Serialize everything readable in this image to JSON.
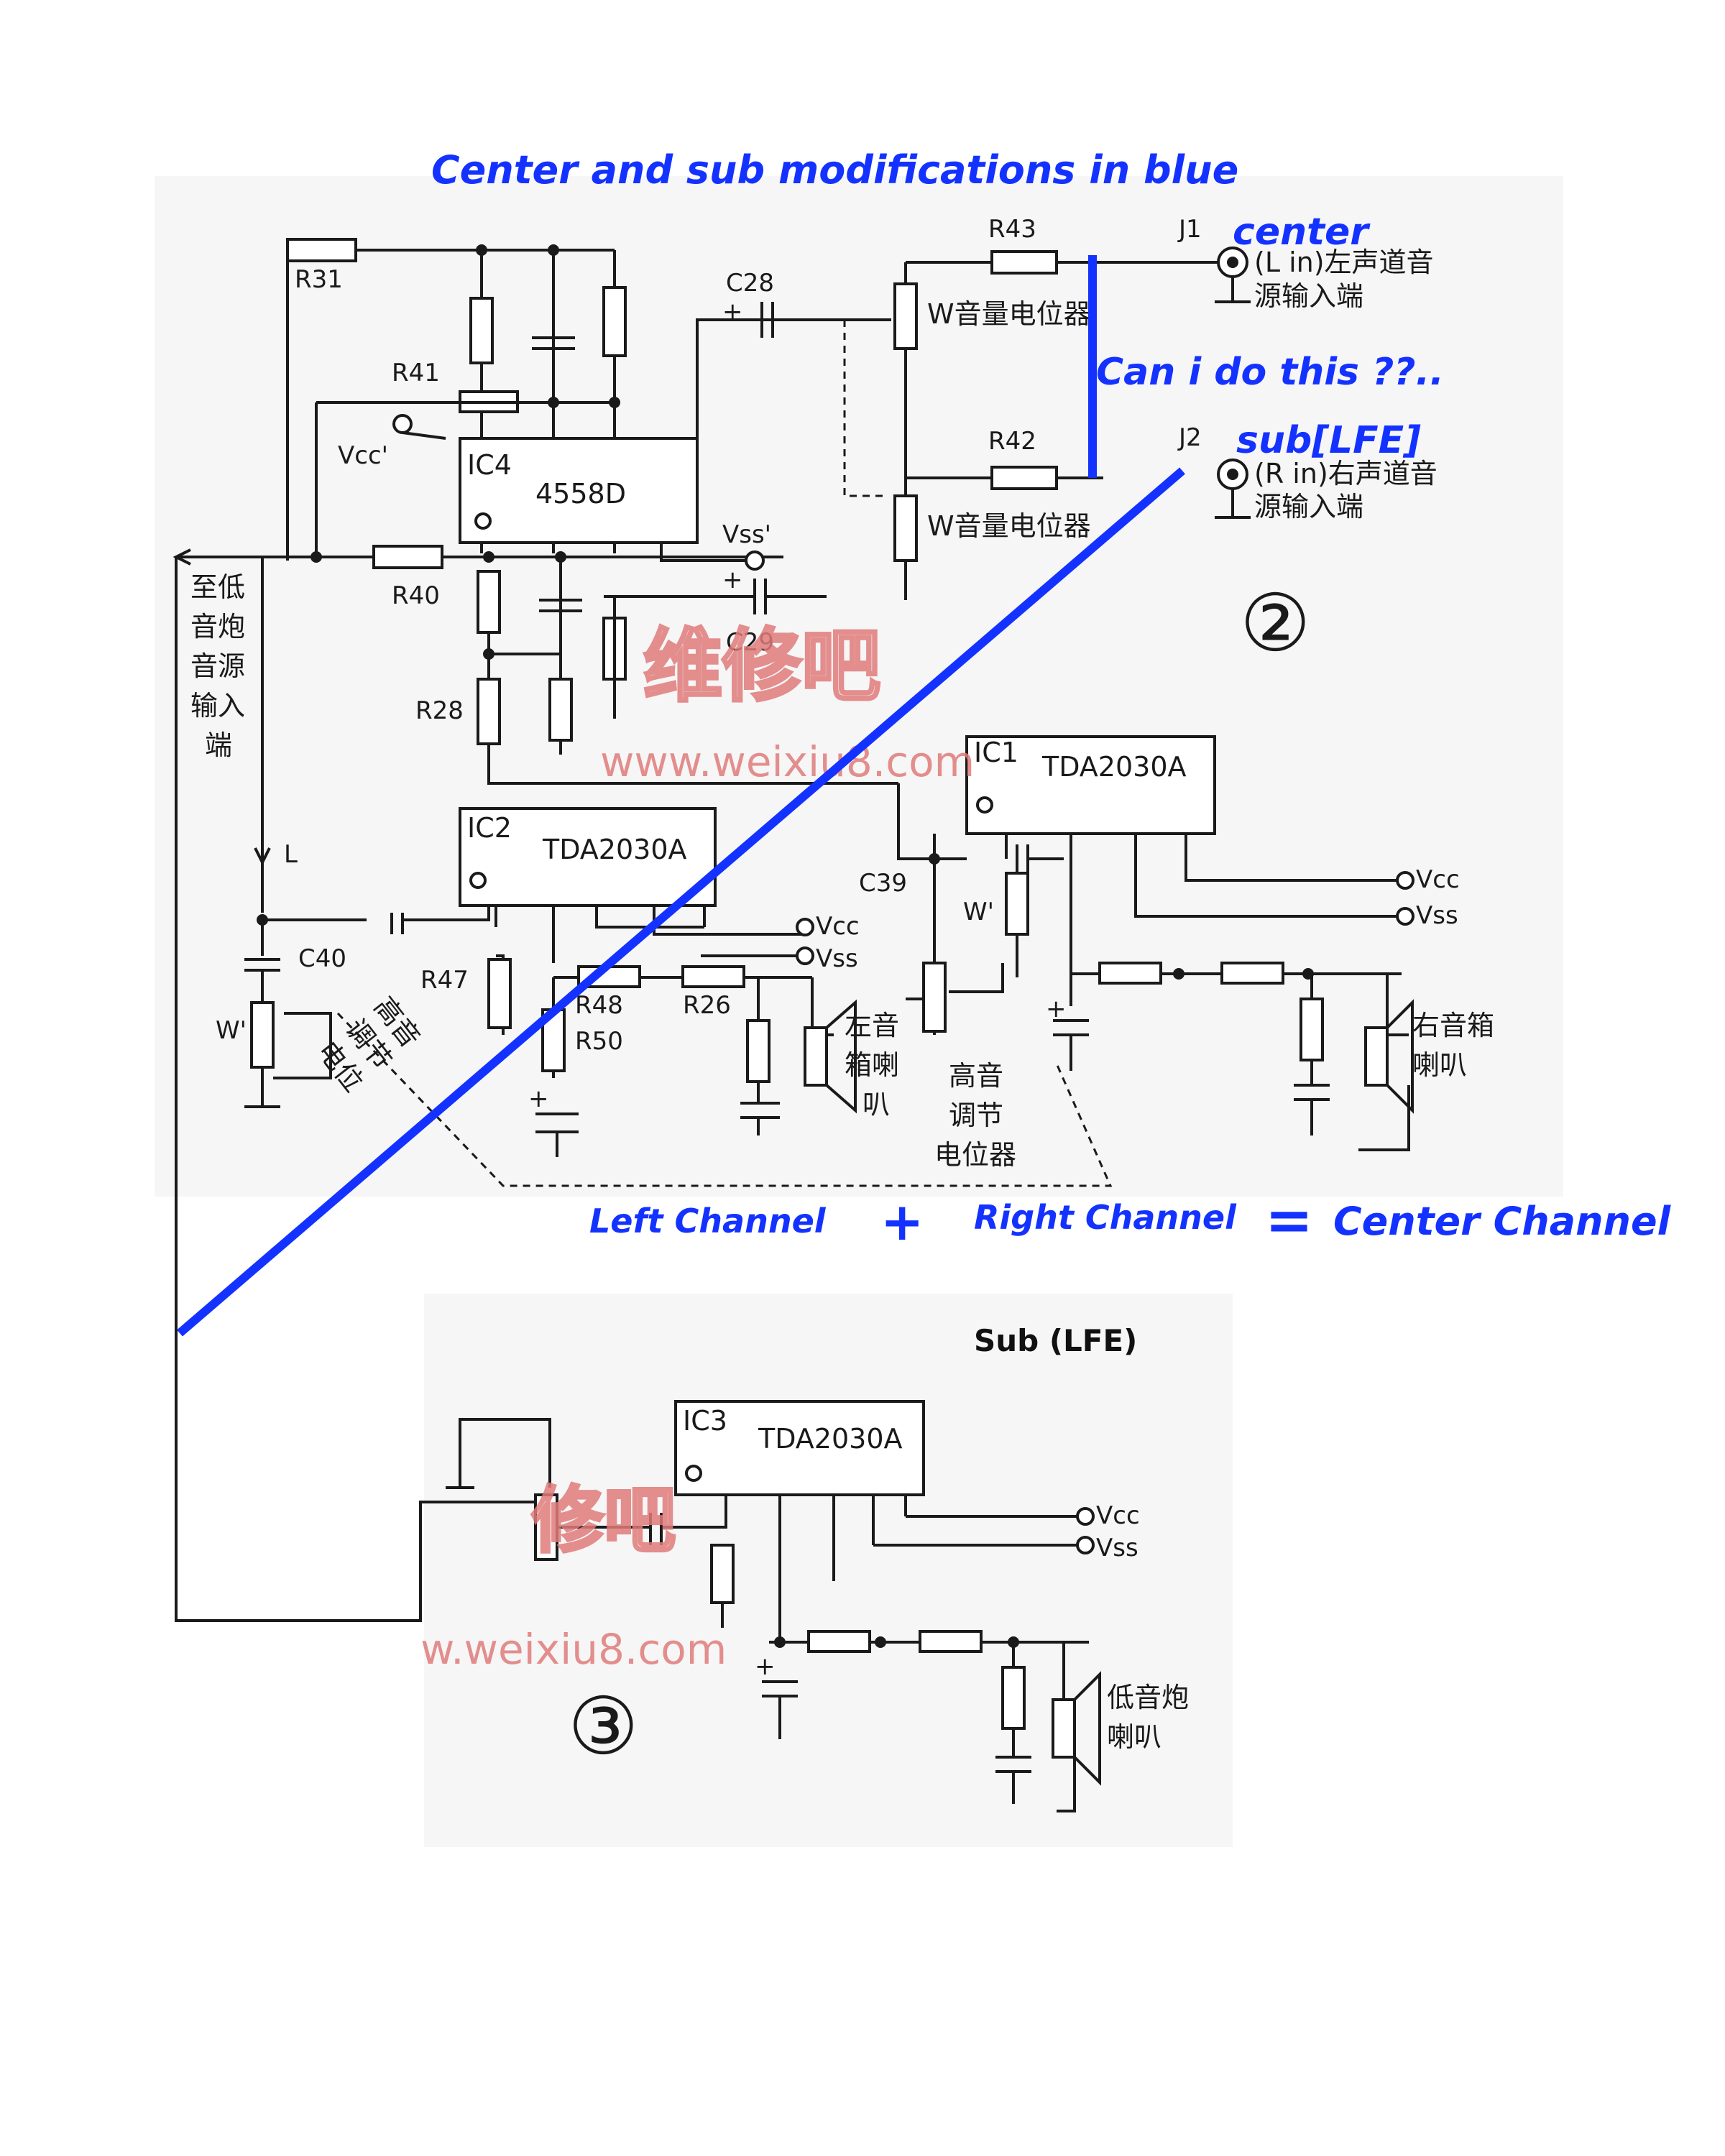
{
  "annotations": {
    "heading": "Center and sub modifications in blue",
    "center": "center",
    "question": "Can i do this ??..",
    "sub_lfe": "sub[LFE]",
    "left_channel": "Left Channel",
    "plus": "+",
    "right_channel": "Right Channel",
    "equals": "=",
    "center_channel": "Center Channel",
    "sub_title": "Sub (LFE)"
  },
  "components": {
    "r31": "R31",
    "r41": "R41",
    "r43": "R43",
    "r42": "R42",
    "c28": "C28",
    "c29": "C29",
    "r40": "R40",
    "r28": "R28",
    "r47": "R47",
    "r48": "R48",
    "r50": "R50",
    "r26": "R26",
    "c40": "C40",
    "c39": "C39",
    "j1": "J1",
    "j2": "J2",
    "ic4": "IC4",
    "ic4_part": "4558D",
    "ic2": "IC2",
    "ic1": "IC1",
    "ic3": "IC3",
    "tda": "TDA2030A",
    "vcc_prime": "Vcc'",
    "vss_prime": "Vss'",
    "vcc": "Vcc",
    "vss": "Vss",
    "w_prime": "W'",
    "l": "L",
    "plus_mark": "+"
  },
  "chinese": {
    "j1_line1": "(L in)左声道音",
    "j1_line2": "源输入端",
    "j2_line1": "(R in)右声道音",
    "j2_line2": "源输入端",
    "volume_pot": "W音量电位器",
    "to_sub_input": [
      "至低",
      "音炮",
      "音源",
      "输入",
      "端"
    ],
    "treble_pot_left": [
      "高音",
      "调节",
      "电位"
    ],
    "treble_pot_right": [
      "高音",
      "调节",
      "电位器"
    ],
    "left_speaker": [
      "左音",
      "箱喇",
      "叭"
    ],
    "right_speaker": [
      "右音箱",
      "喇叭"
    ],
    "sub_speaker": [
      "低音炮",
      "喇叭"
    ]
  },
  "markers": {
    "two": "②",
    "three": "③"
  },
  "watermark": {
    "url": "www.weixiu8.com",
    "url_partial": "w.weixiu8.com",
    "chars": "维修吧",
    "chars_partial": "修吧"
  },
  "colors": {
    "annotation_blue": "#1432ff",
    "watermark_red": "#e07b7b",
    "line_dark": "#1a1a1a"
  }
}
